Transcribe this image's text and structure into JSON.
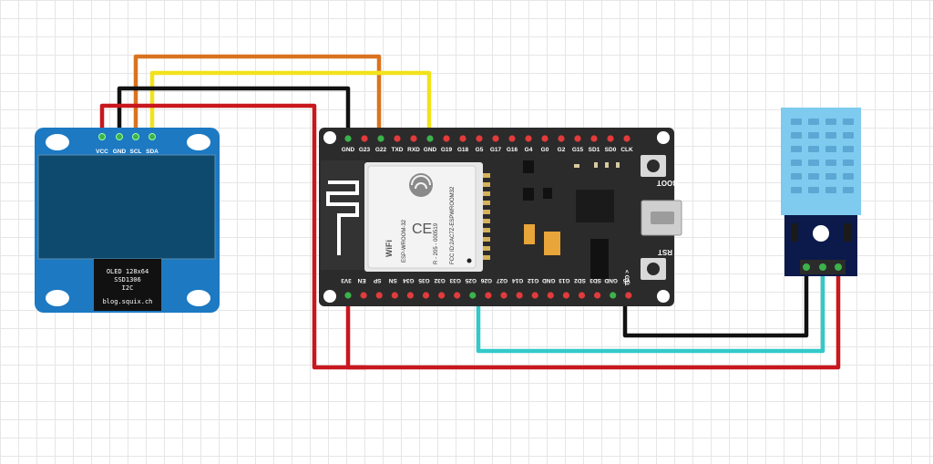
{
  "oled": {
    "pins": [
      "VCC",
      "GND",
      "SCL",
      "SDA"
    ],
    "label_lines": [
      "OLED 128x64",
      "SSD1306",
      "I2C"
    ],
    "credit": "blog.squix.ch"
  },
  "esp32": {
    "top_pins": [
      "GND",
      "G23",
      "G22",
      "TXD",
      "RXD",
      "GND",
      "G19",
      "G18",
      "G5",
      "G17",
      "G16",
      "G4",
      "G0",
      "G2",
      "G15",
      "SD1",
      "SD0",
      "CLK"
    ],
    "bottom_pins": [
      "3V3",
      "EN",
      "SP",
      "SN",
      "G34",
      "G35",
      "G32",
      "G33",
      "G25",
      "G26",
      "G27",
      "G14",
      "G12",
      "GND",
      "G13",
      "SD2",
      "SD3",
      "GND",
      "V5"
    ],
    "module_name": "ESP-WROOM-32",
    "module_id": "R - 205 - 000519",
    "fcc_id": "FCC ID:2AC7Z-ESPWROOM32",
    "wifi_logo": "WiFi",
    "ce_mark": "CE",
    "boot_label": "BOOT",
    "rst_label": "RST",
    "edge_label": "< G11"
  },
  "wire_colors": {
    "vcc": "#c8171e",
    "gnd": "#111111",
    "scl": "#d9731f",
    "sda": "#f2e21a",
    "data": "#33c9c9"
  }
}
